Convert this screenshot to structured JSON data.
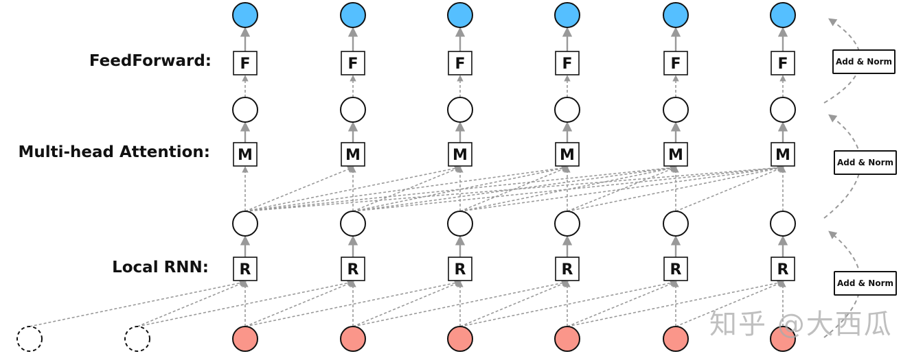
{
  "row_labels": {
    "feedforward": "FeedForward:",
    "attention": "Multi-head Attention:",
    "rnn": "Local RNN:"
  },
  "blocks": {
    "feedforward_letter": "F",
    "attention_letter": "M",
    "rnn_letter": "R"
  },
  "add_norm_labels": [
    "Add & Norm",
    "Add & Norm",
    "Add & Norm"
  ],
  "positions": 6,
  "padding_inputs": 2,
  "rnn_window": 3,
  "attention": "causal",
  "colors": {
    "output_node": "#55bfff",
    "input_node": "#fa968a",
    "hidden_node": "#ffffff",
    "edge": "#999999",
    "stroke": "#111111"
  },
  "watermark": "知乎 @大西瓜"
}
